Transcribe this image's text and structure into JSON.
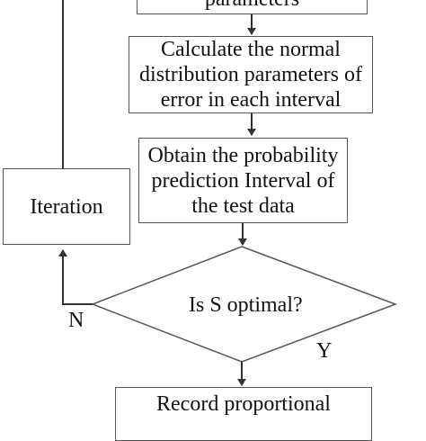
{
  "flowchart": {
    "top_box": "parameters",
    "calc_box": [
      "Calculate the normal",
      "distribution parameters of",
      "error in each interval"
    ],
    "obtain_box": [
      "Obtain the probability",
      "prediction Interval  of",
      "the test data"
    ],
    "iteration_box": "Iteration",
    "decision": "Is S optimal?",
    "no_label": "N",
    "yes_label": "Y",
    "record_box": "Record proportional"
  }
}
